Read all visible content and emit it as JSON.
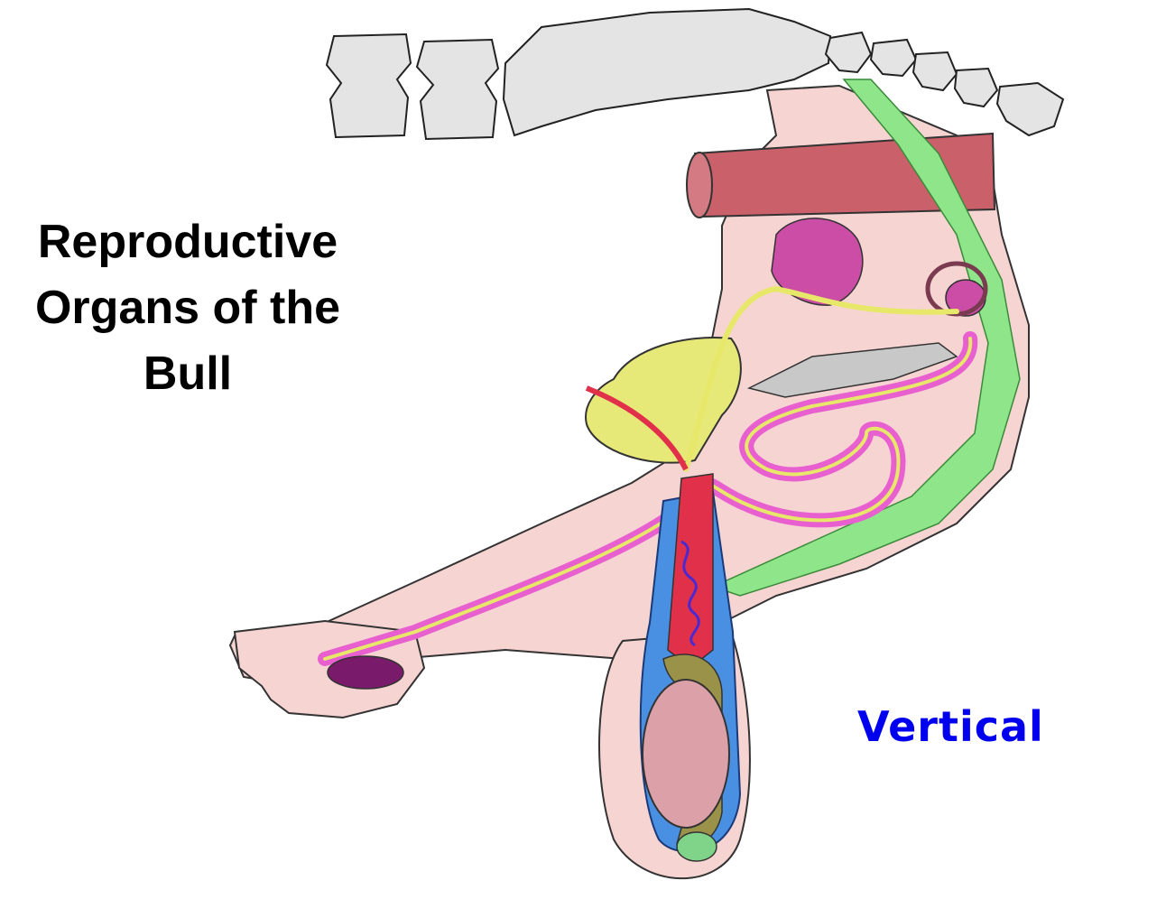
{
  "title": {
    "line1": "Reproductive",
    "line2": "Organs of the",
    "line3": "Bull"
  },
  "orientation_label": "Vertical",
  "colors": {
    "bone": "#e4e4e4",
    "body_wall": "#f6d4d2",
    "aorta": "#c9606a",
    "retractor_muscle": "#8fe58a",
    "vesicular_gland": "#cc4da6",
    "bladder": "#e6e878",
    "ductus_deferens": "#e7e76a",
    "urethra": "#e860d0",
    "penis_body": "#c8c8c8",
    "vaginal_tunic": "#4a90e2",
    "spermatic_cord": "#e1304a",
    "epididymis": "#9b9249",
    "testis": "#dca0a8",
    "glans": "#7a1a6a",
    "tail_epididymis": "#7fd48a",
    "label_blue": "#0000ee"
  }
}
